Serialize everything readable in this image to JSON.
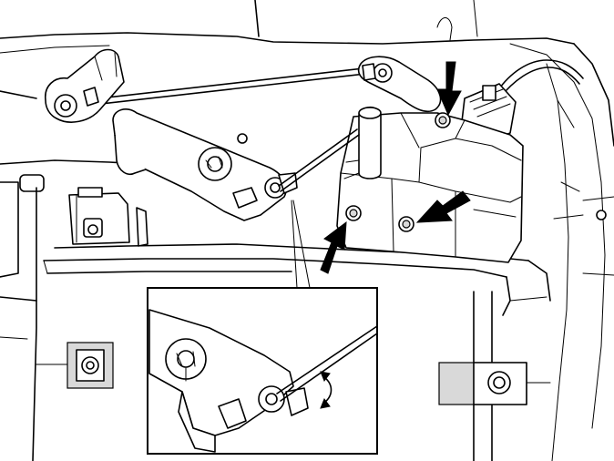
{
  "figure": {
    "kind": "technical-illustration",
    "subject": "actuator-with-linkage-rod",
    "callouts": [
      "arrow",
      "arrow",
      "arrow",
      "arrow"
    ],
    "detail_inset": true,
    "rotation_indicator": true
  }
}
